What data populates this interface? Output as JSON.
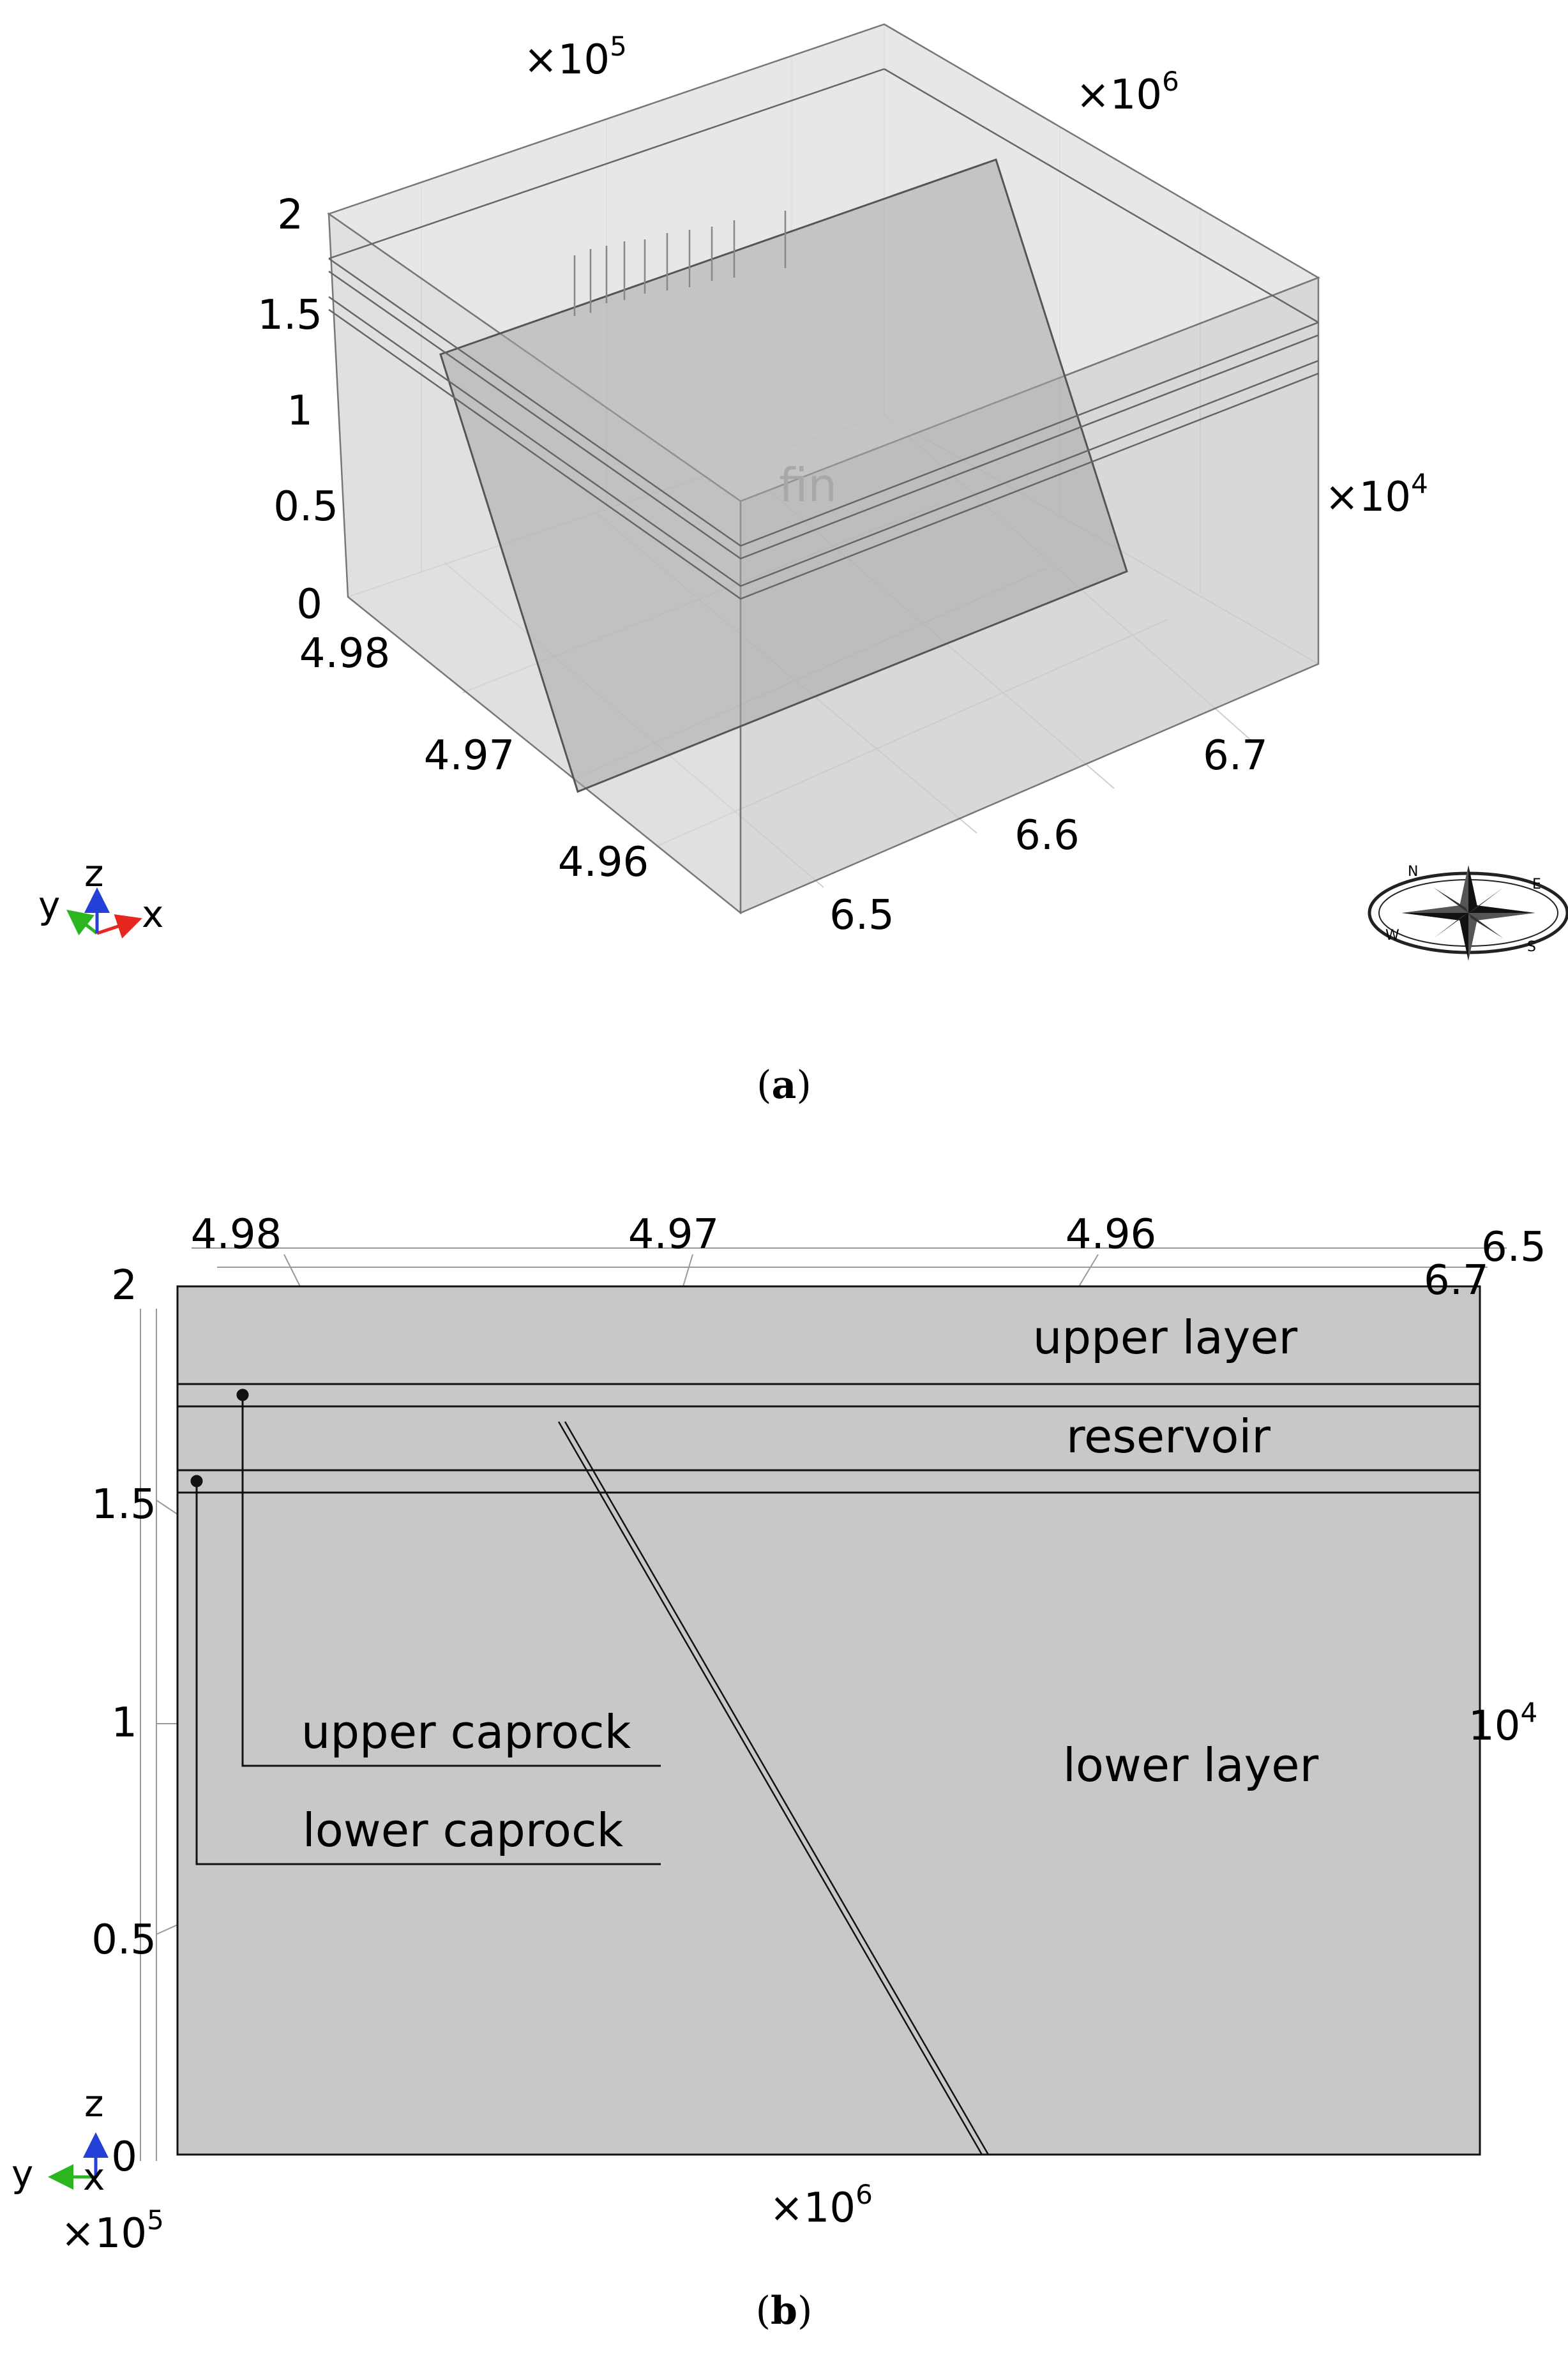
{
  "panel_a": {
    "caption_open": "(",
    "caption_letter": "a",
    "caption_close": ")",
    "exp_x": "×10",
    "exp_x_sup": "5",
    "exp_y": "×10",
    "exp_y_sup": "6",
    "exp_z": "×10",
    "exp_z_sup": "4",
    "z_ticks": [
      "2",
      "1.5",
      "1",
      "0.5",
      "0"
    ],
    "y_ticks": [
      "4.98",
      "4.97",
      "4.96"
    ],
    "x_ticks": [
      "6.5",
      "6.6",
      "6.7"
    ],
    "inner_label": "fin",
    "triad": {
      "y": "y",
      "z": "z",
      "x": "x"
    },
    "compass": {
      "n": "N",
      "e": "E",
      "s": "S",
      "w": "W"
    }
  },
  "panel_b": {
    "caption_open": "(",
    "caption_letter": "b",
    "caption_close": ")",
    "top_ticks": [
      "4.98",
      "4.97",
      "4.96"
    ],
    "right_ticks": [
      "6.5",
      "6.7"
    ],
    "z_ticks": [
      "2",
      "1.5",
      "1",
      "0.5",
      "0"
    ],
    "right_exp": "10",
    "right_exp_sup": "4",
    "bottom_exp": "×10",
    "bottom_exp_sup": "6",
    "left_exp": "×10",
    "left_exp_sup": "5",
    "layers": {
      "upper_layer": "upper layer",
      "reservoir": "reservoir",
      "upper_caprock": "upper caprock",
      "lower_caprock": "lower caprock",
      "lower_layer": "lower layer"
    },
    "triad": {
      "y": "y",
      "z": "z",
      "x": "x"
    }
  },
  "colors": {
    "block_fill": "#c8c8c8",
    "edge": "#555555",
    "axis_x": "#e8261f",
    "axis_y": "#2bb51f",
    "axis_z": "#2440d6"
  }
}
